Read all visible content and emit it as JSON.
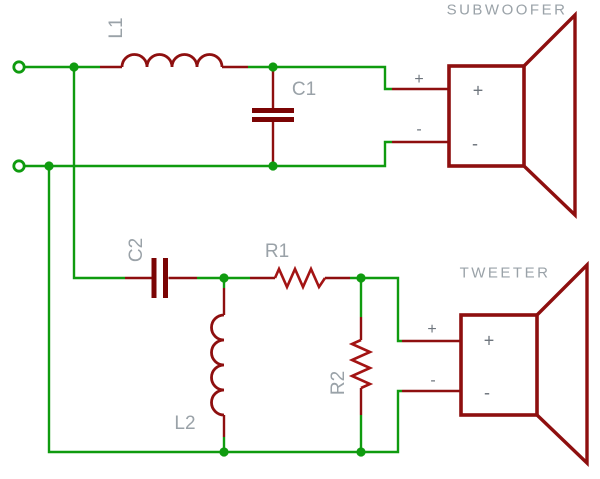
{
  "schematic": {
    "speakers": {
      "subwoofer": "SUBWOOFER",
      "tweeter": "TWEETER"
    },
    "refdes": {
      "l1": "L1",
      "c1": "C1",
      "c2": "C2",
      "r1": "R1",
      "r2": "R2",
      "l2": "L2"
    },
    "polarity": {
      "plus": "+",
      "minus": "-"
    },
    "colors": {
      "background": "#ffffff",
      "wire": "#0f9b0f",
      "component": "#8e0f0f",
      "capacitor_plate": "#7b0404",
      "resistor": "#a31414",
      "label": "#9aa2a8",
      "polarity_mark": "#6e757d"
    }
  }
}
